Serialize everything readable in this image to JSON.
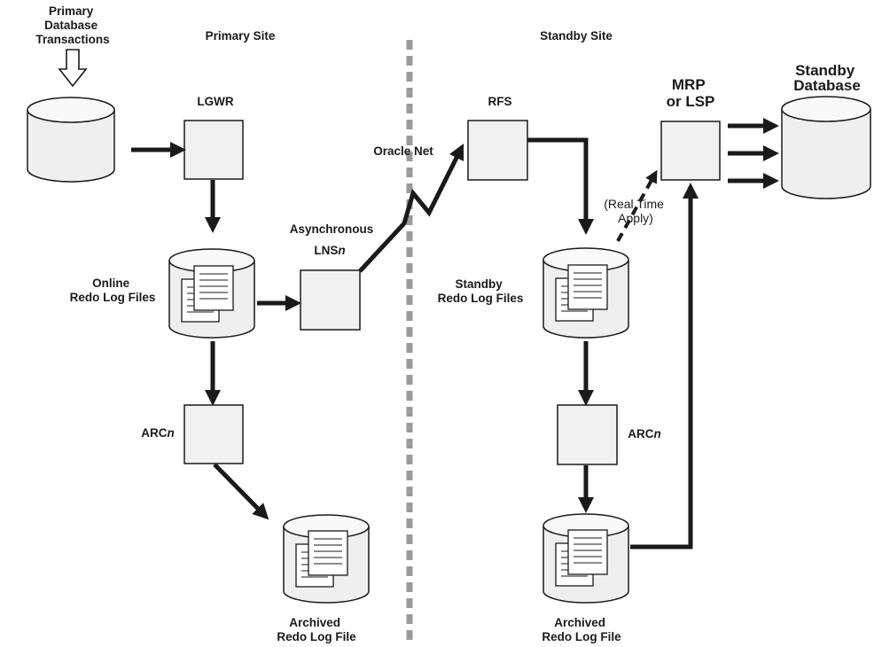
{
  "labels": {
    "primary_transactions": [
      "Primary",
      "Database",
      "Transactions"
    ],
    "primary_site": "Primary Site",
    "standby_site": "Standby Site",
    "lgwr": "LGWR",
    "online_redo": [
      "Online",
      "Redo Log Files"
    ],
    "asynchronous": "Asynchronous",
    "lnsn": "LNS",
    "oracle_net": "Oracle Net",
    "arcn_primary": "ARC",
    "archived_primary": [
      "Archived",
      "Redo Log File"
    ],
    "rfs": "RFS",
    "real_time_apply": [
      "(Real Time",
      "Apply)"
    ],
    "mrp_lsp": [
      "MRP",
      "or LSP"
    ],
    "standby_database": [
      "Standby",
      "Database"
    ],
    "standby_redo": [
      "Standby",
      "Redo Log Files"
    ],
    "arcn_standby": "ARC",
    "archived_standby": [
      "Archived",
      "Redo Log File"
    ],
    "process_suffix": "n"
  }
}
